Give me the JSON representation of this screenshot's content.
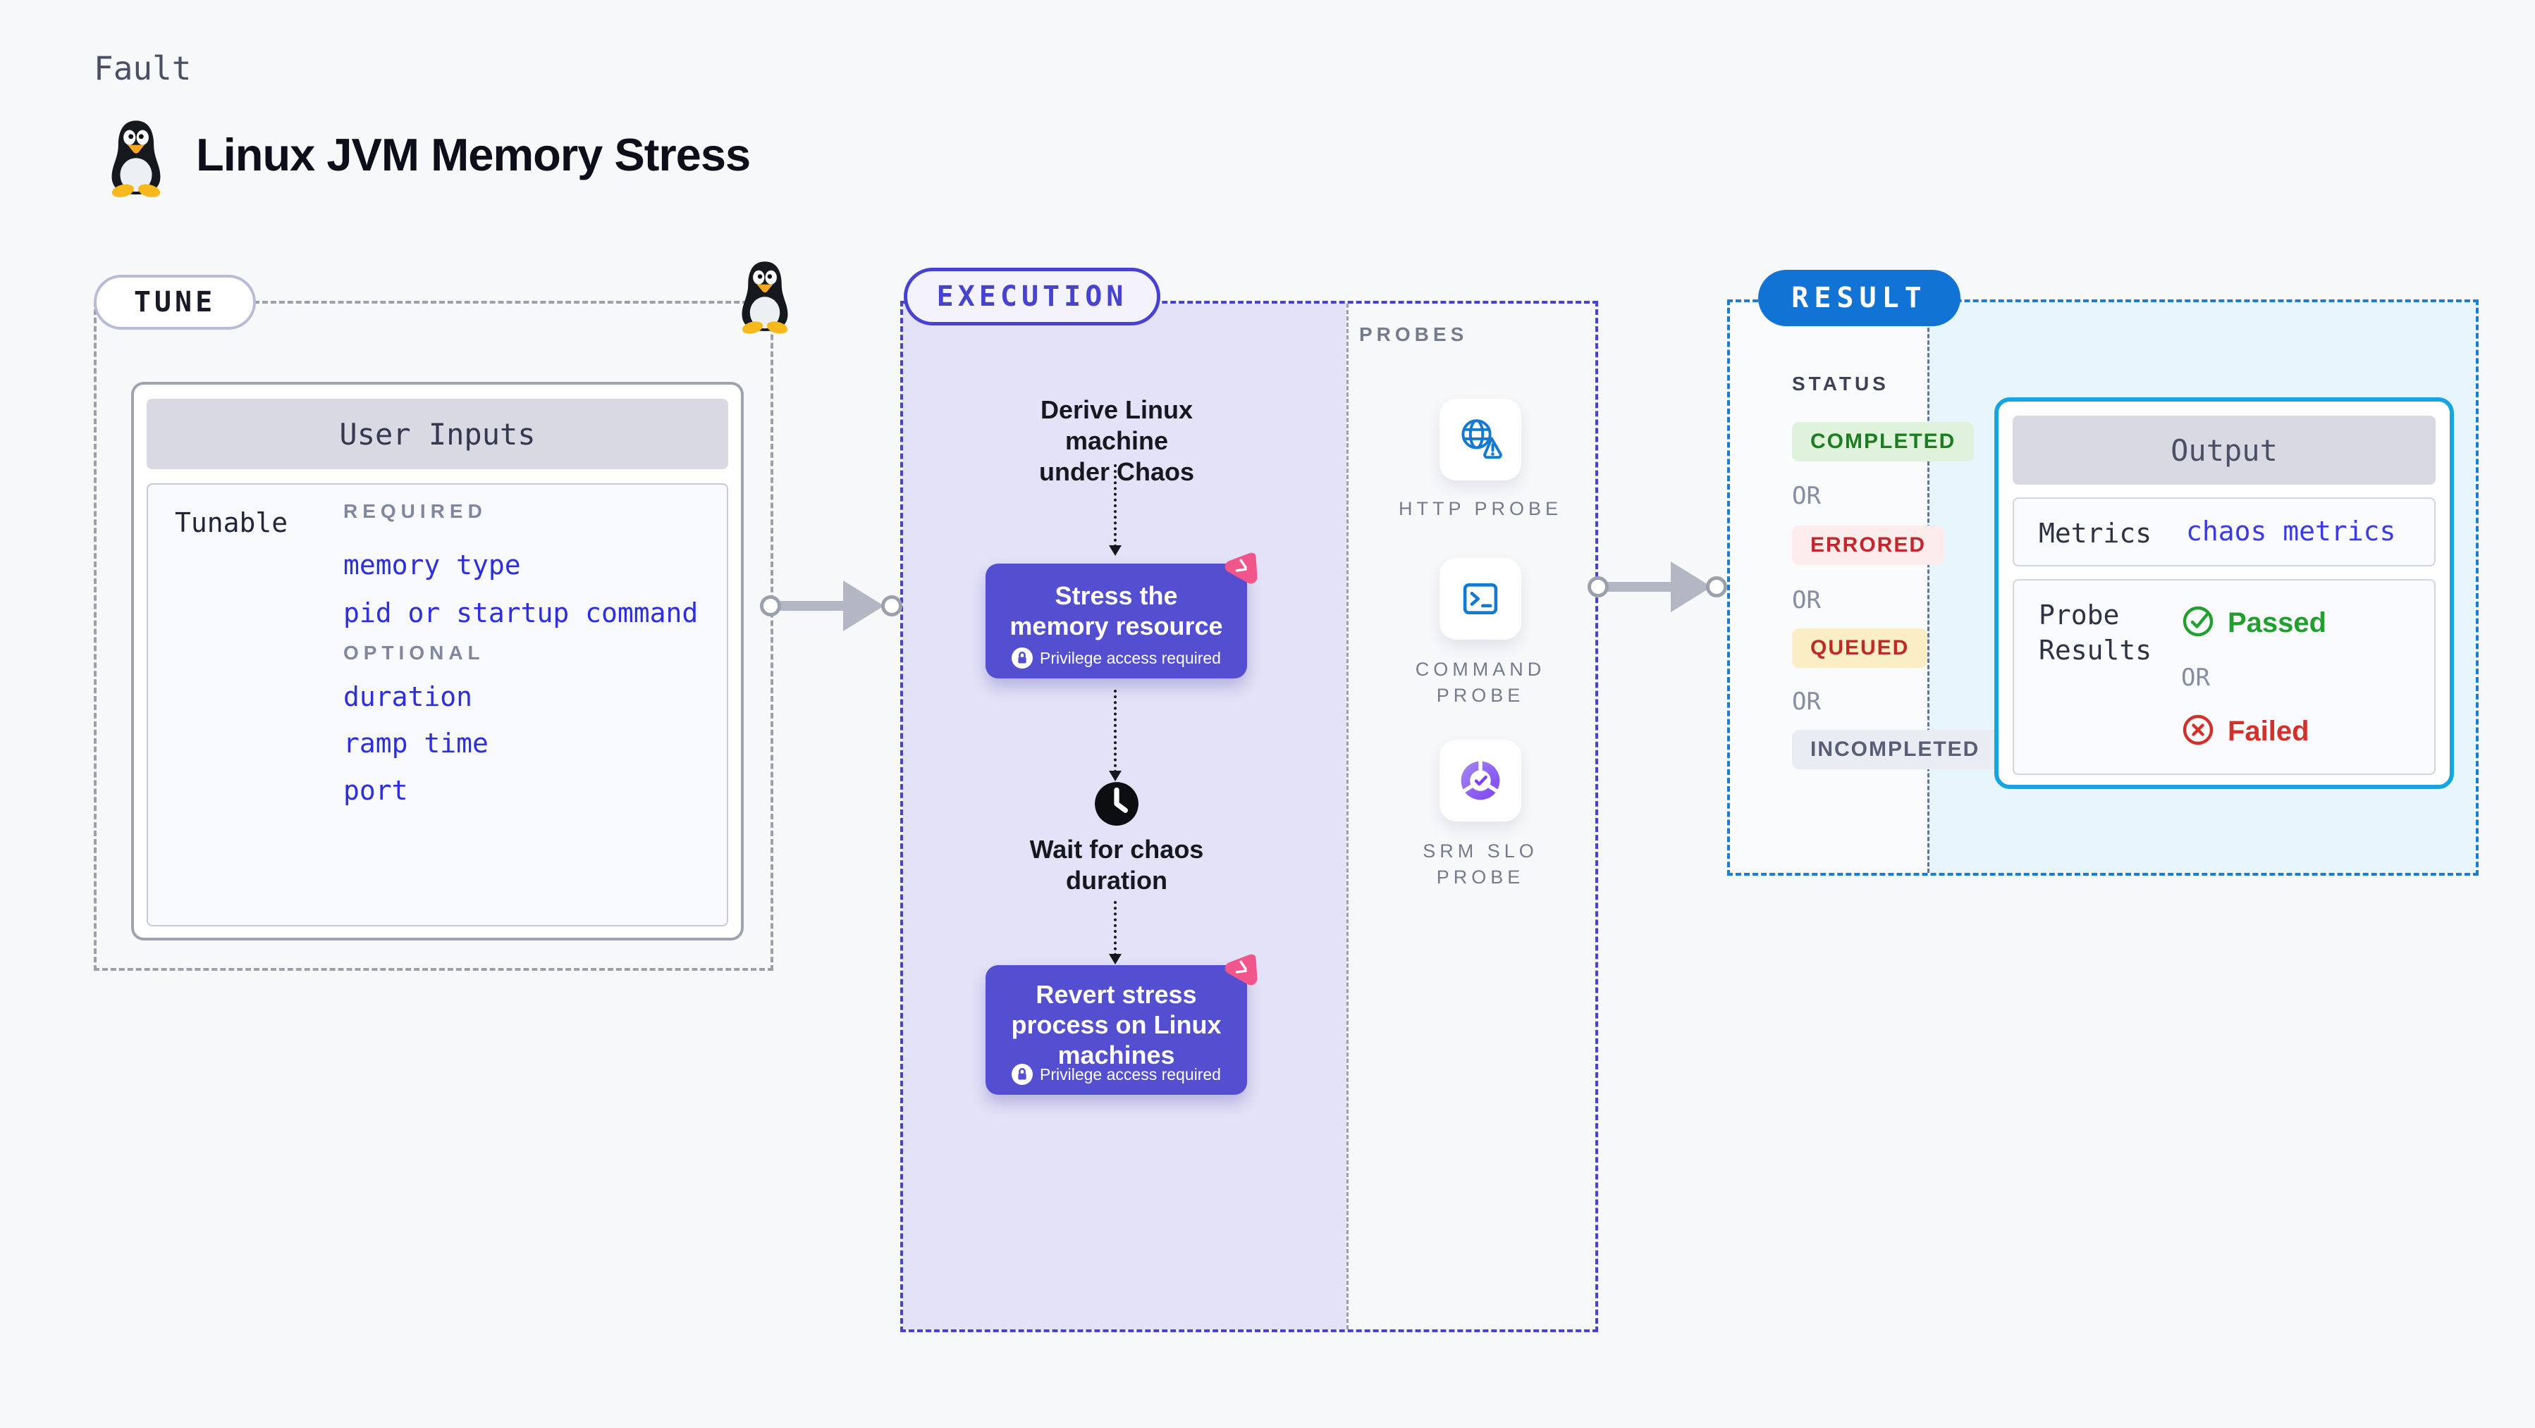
{
  "header": {
    "kind_label": "Fault",
    "title": "Linux JVM Memory Stress",
    "os_icon": "linux-tux-penguin"
  },
  "tune": {
    "label": "TUNE",
    "card_title": "User Inputs",
    "row_label": "Tunable",
    "required_label": "REQUIRED",
    "required_items": [
      "memory type",
      "pid or startup command"
    ],
    "optional_label": "OPTIONAL",
    "optional_items": [
      "duration",
      "ramp time",
      "port"
    ]
  },
  "execution": {
    "label": "EXECUTION",
    "derive_lines": [
      "Derive Linux machine",
      "under Chaos"
    ],
    "stress_lines": [
      "Stress the",
      "memory resource"
    ],
    "privilege_label": "Privilege access required",
    "wait_lines": [
      "Wait for chaos",
      "duration"
    ],
    "revert_lines": [
      "Revert stress",
      "process on Linux",
      "machines"
    ]
  },
  "probes": {
    "label": "PROBES",
    "items": [
      {
        "name": "http-probe",
        "label_lines": [
          "HTTP PROBE"
        ]
      },
      {
        "name": "command-probe",
        "label_lines": [
          "COMMAND",
          "PROBE"
        ]
      },
      {
        "name": "srm-slo-probe",
        "label_lines": [
          "SRM SLO",
          "PROBE"
        ]
      }
    ]
  },
  "result": {
    "label": "RESULT",
    "status_label": "STATUS",
    "or_label": "OR",
    "statuses": [
      {
        "label": "COMPLETED",
        "bg": "#def2dc",
        "fg": "#1e7d23"
      },
      {
        "label": "ERRORED",
        "bg": "#fdecec",
        "fg": "#c4272b"
      },
      {
        "label": "QUEUED",
        "bg": "#fbeec6",
        "fg": "#c02a26"
      },
      {
        "label": "INCOMPLETED",
        "bg": "#e9ecf3",
        "fg": "#585e76"
      }
    ],
    "output": {
      "title": "Output",
      "metrics_label": "Metrics",
      "metrics_value": "chaos metrics",
      "probe_results_lines": [
        "Probe",
        "Results"
      ],
      "passed_label": "Passed",
      "failed_label": "Failed"
    }
  },
  "colors": {
    "page_bg": "#f7f8fa",
    "action_purple": "#544fd0",
    "execution_panel": "#e4e2f8",
    "execution_border": "#4742cf",
    "result_border": "#1b7cd1",
    "result_pill": "#1173d4",
    "result_panel": "#e7f5fd",
    "output_border": "#17a5df",
    "probe_icon_blue": "#1579d0",
    "link_blue": "#2d2ede",
    "passed_green": "#21a02e",
    "failed_red": "#d3302c",
    "arrow_gray": "#b3b6c3",
    "chaos_logo_pink": "#f0568c"
  }
}
